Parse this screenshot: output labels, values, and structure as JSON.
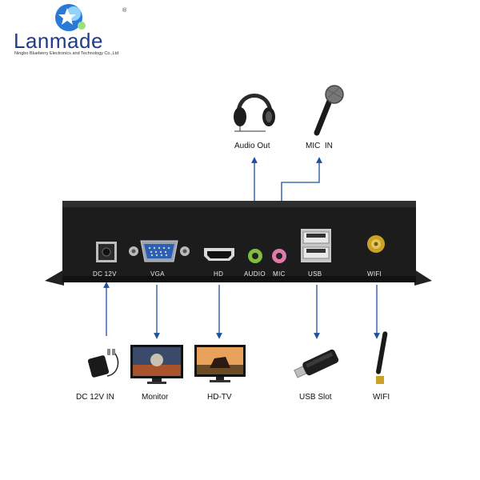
{
  "logo": {
    "name": "Lanmade",
    "subtitle": "Ningbo Blueberry Electronics and Technology Co.,Ltd",
    "registered": "®"
  },
  "panel_ports": {
    "dc": "DC 12V",
    "vga": "VGA",
    "hd": "HD",
    "audio": "AUDIO",
    "mic": "MIC",
    "usb": "USB",
    "wifi": "WIFI"
  },
  "devices": {
    "audio_out": "Audio Out",
    "mic_in": "MIC  IN",
    "dc_in": "DC 12V IN",
    "monitor": "Monitor",
    "hdtv": "HD-TV",
    "usb_slot": "USB Slot",
    "wifi": "WIFI"
  },
  "colors": {
    "arrow": "#1e4fa0",
    "box": "#1c1c1c",
    "logo_blue": "#1f3c86",
    "audio_jack": "#7fbf3f",
    "mic_jack": "#e07aa8"
  }
}
